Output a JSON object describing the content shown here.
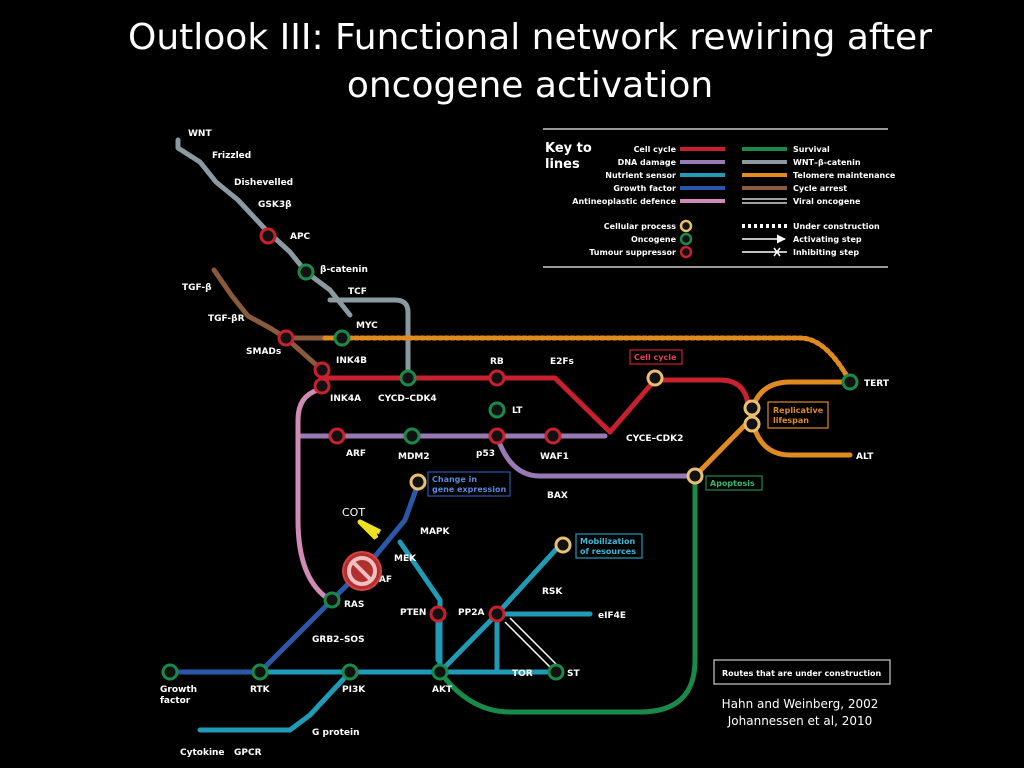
{
  "slide": {
    "title_line1": "Outlook III: Functional network rewiring after",
    "title_line2": "oncogene activation",
    "citation_line1": "Hahn and Weinberg, 2002",
    "citation_line2": "Johannessen et al, 2010",
    "annotation_label": "COT"
  },
  "key": {
    "heading_line1": "Key to",
    "heading_line2": "lines",
    "left_items": [
      {
        "label": "Cell cycle",
        "color": "#c8202e"
      },
      {
        "label": "DNA damage",
        "color": "#9a7ab5"
      },
      {
        "label": "Nutrient sensor",
        "color": "#1f9bb8"
      },
      {
        "label": "Growth factor",
        "color": "#2a58a8"
      },
      {
        "label": "Antineoplastic defence",
        "color": "#d08ab5"
      }
    ],
    "right_items": [
      {
        "label": "Survival",
        "color": "#1a8a4a"
      },
      {
        "label": "WNT–β-catenin",
        "color": "#8a9aa0"
      },
      {
        "label": "Telomere maintenance",
        "color": "#e08a20"
      },
      {
        "label": "Cycle arrest",
        "color": "#8a5a3a"
      },
      {
        "label": "Viral oncogene",
        "color": "#ffffff"
      }
    ],
    "node_items": [
      {
        "label": "Cellular process",
        "color": "#e8c070"
      },
      {
        "label": "Oncogene",
        "color": "#1a8a4a"
      },
      {
        "label": "Tumour suppressor",
        "color": "#c8202e"
      }
    ],
    "step_items": [
      {
        "label": "Under construction"
      },
      {
        "label": "Activating step"
      },
      {
        "label": "Inhibiting step"
      }
    ]
  },
  "nodes": {
    "wnt": "WNT",
    "frizzled": "Frizzled",
    "dishevelled": "Dishevelled",
    "gsk3b": "GSK3β",
    "apc": "APC",
    "bcatenin": "β-catenin",
    "tcf": "TCF",
    "tgfb": "TGF-β",
    "tgfbr": "TGF-βR",
    "smads": "SMADs",
    "myc": "MYC",
    "ink4b": "INK4B",
    "ink4a": "INK4A",
    "cycd": "CYCD–CDK4",
    "rb": "RB",
    "e2fs": "E2Fs",
    "lt": "LT",
    "p53": "p53",
    "arf": "ARF",
    "mdm2": "MDM2",
    "waf1": "WAF1",
    "cyce": "CYCE–CDK2",
    "bax": "BAX",
    "tert": "TERT",
    "alt": "ALT",
    "mapk": "MAPK",
    "mek": "MEK",
    "raf": "RAF",
    "ras": "RAS",
    "grb2": "GRB2–SOS",
    "pten": "PTEN",
    "pp2a": "PP2A",
    "rsk": "RSK",
    "eif4e": "eIF4E",
    "tor": "TOR",
    "st": "ST",
    "growth_line1": "Growth",
    "growth_line2": "factor",
    "rtk": "RTK",
    "pi3k": "PI3K",
    "akt": "AKT",
    "gprotein": "G protein",
    "cytokine": "Cytokine",
    "gpcr": "GPCR"
  },
  "boxes": {
    "cell_cycle": "Cell cycle",
    "replicative_line1": "Replicative",
    "replicative_line2": "lifespan",
    "apoptosis": "Apoptosis",
    "change_line1": "Change in",
    "change_line2": "gene expression",
    "mobil_line1": "Mobilization",
    "mobil_line2": "of resources",
    "routes": "Routes that are under construction"
  }
}
